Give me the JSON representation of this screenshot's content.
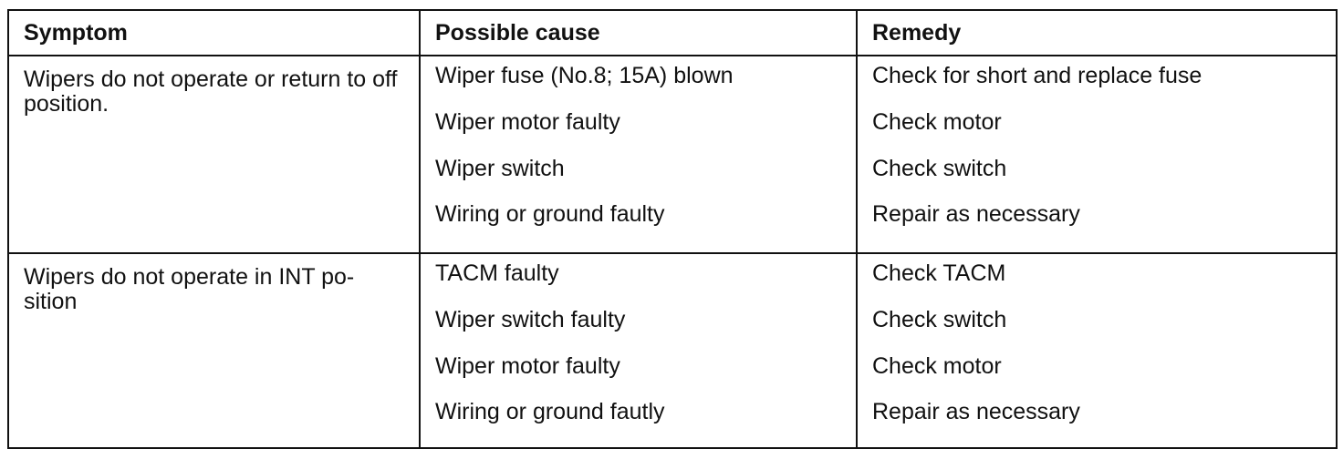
{
  "headers": {
    "symptom": "Symptom",
    "cause": "Possible cause",
    "remedy": "Remedy"
  },
  "rows": [
    {
      "symptom": "Wipers do not operate or return to off position.",
      "causes": [
        "Wiper fuse (No.8; 15A) blown",
        "Wiper motor faulty",
        "Wiper switch",
        "Wiring or ground faulty"
      ],
      "remedies": [
        "Check for short and replace fuse",
        "Check motor",
        "Check switch",
        "Repair as necessary"
      ]
    },
    {
      "symptom": "Wipers do not operate in INT position",
      "symptom_display": "Wipers do not operate in INT po-\nsition",
      "causes": [
        "TACM faulty",
        "Wiper switch faulty",
        "Wiper motor faulty",
        "Wiring or ground fautly"
      ],
      "remedies": [
        "Check TACM",
        "Check switch",
        "Check motor",
        "Repair as necessary"
      ]
    }
  ]
}
